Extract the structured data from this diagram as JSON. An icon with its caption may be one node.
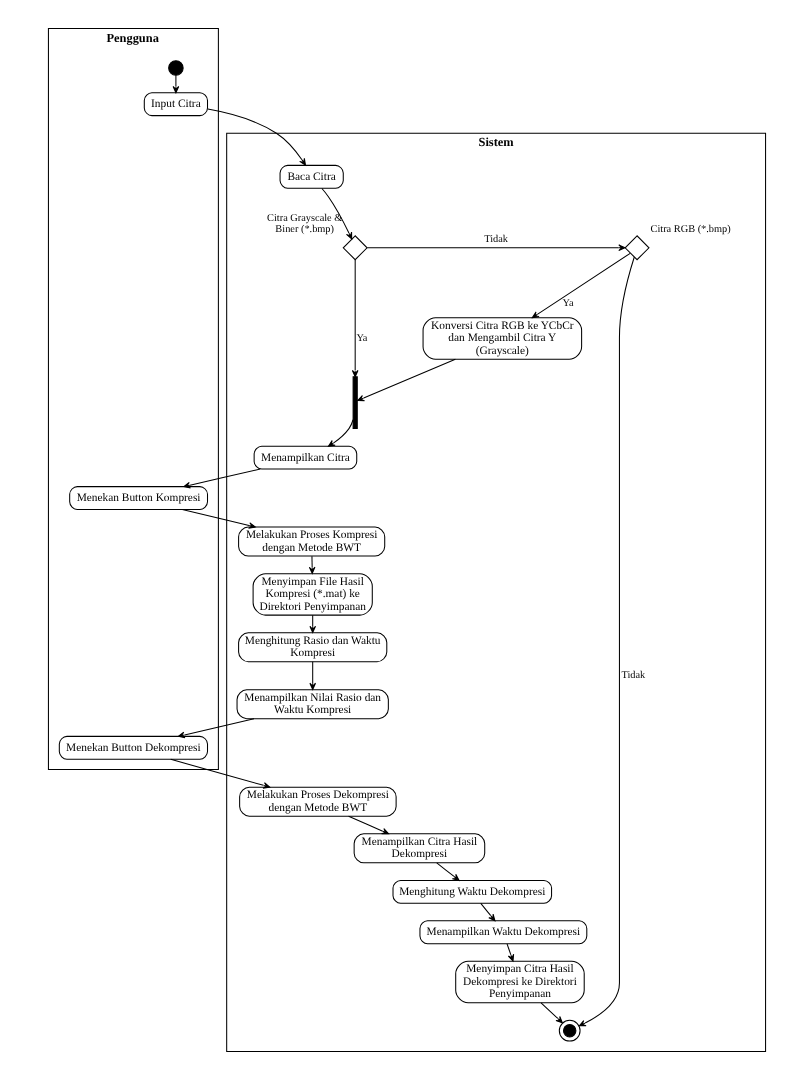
{
  "diagram": {
    "nodes": [
      {
        "text": [
          "Pengguna"
        ]
      },
      {
        "text": [
          "Sistem"
        ]
      },
      {
        "text": [],
        "shape": "circle",
        "in": 0
      },
      {
        "text": [
          "Input Citra"
        ],
        "in": 0
      },
      {
        "text": [
          "Baca Citra"
        ],
        "in": 1
      },
      {
        "text": [],
        "shape": "diamond",
        "in": 1,
        "beside": [
          "Citra Grayscale & Biner (*.bmp)"
        ]
      },
      {
        "text": [],
        "shape": "diamond",
        "in": 1,
        "beside": [
          "Citra RGB (*.bmp)"
        ]
      },
      {
        "text": [],
        "shape": "bar",
        "in": 1
      },
      {
        "text": [
          "Konversi Citra RGB ke YCbCr dan Mengambil Citra Y (Grayscale)"
        ],
        "in": 1
      },
      {
        "text": [
          "Menampilkan Citra"
        ],
        "in": 1
      },
      {
        "text": [
          "Menekan Button Kompresi"
        ],
        "in": 0
      },
      {
        "text": [
          "Melakukan Proses Kompresi dengan Metode BWT"
        ],
        "in": 1
      },
      {
        "text": [
          "Menyimpan File Hasil Kompresi (*.mat) ke Direktori Penyimpanan"
        ],
        "in": 1
      },
      {
        "text": [
          "Menghitung Rasio dan Waktu Kompresi"
        ],
        "in": 1
      },
      {
        "text": [
          "Menampilkan Nilai Rasio dan Waktu Kompresi"
        ],
        "in": 1
      },
      {
        "text": [
          "Menekan Button Dekompresi"
        ],
        "in": 0
      },
      {
        "text": [
          "Melakukan Proses Dekompresi dengan Metode BWT"
        ],
        "in": 1
      },
      {
        "text": [
          "Menampilkan Citra Hasil Dekompresi"
        ],
        "in": 1
      },
      {
        "text": [
          "Menghitung Waktu Dekompresi"
        ],
        "in": 1
      },
      {
        "text": [
          "Menampilkan Waktu Dekompresi"
        ],
        "in": 1
      },
      {
        "text": [
          "Menyimpan Citra Hasil Dekompresi ke Direktori Penyimpanan"
        ],
        "in": 1
      },
      {
        "text": [],
        "shape": "circle",
        "in": 1
      }
    ],
    "edges": [
      {
        "from": 2,
        "to": 3,
        "arrow": "to"
      },
      {
        "from": 3,
        "to": 4,
        "arrow": "to"
      },
      {
        "from": 4,
        "to": 5,
        "arrow": "to"
      },
      {
        "from": 5,
        "to": 7,
        "label": "Ya",
        "arrow": "to"
      },
      {
        "from": 5,
        "to": 6,
        "label": "Tidak",
        "arrow": "to"
      },
      {
        "from": 6,
        "to": 8,
        "label": "Ya",
        "arrow": "to"
      },
      {
        "from": 6,
        "to": 21,
        "label": "Tidak",
        "arrow": "to"
      },
      {
        "from": 8,
        "to": 7,
        "arrow": "to"
      },
      {
        "from": 7,
        "to": 9,
        "arrow": "to"
      },
      {
        "from": 9,
        "to": 10,
        "arrow": "to"
      },
      {
        "from": 10,
        "to": 11,
        "arrow": "to"
      },
      {
        "from": 11,
        "to": 12,
        "arrow": "to"
      },
      {
        "from": 12,
        "to": 13,
        "arrow": "to"
      },
      {
        "from": 13,
        "to": 14,
        "arrow": "to"
      },
      {
        "from": 14,
        "to": 15,
        "arrow": "to"
      },
      {
        "from": 15,
        "to": 16,
        "arrow": "to"
      },
      {
        "from": 16,
        "to": 17,
        "arrow": "to"
      },
      {
        "from": 17,
        "to": 18,
        "arrow": "to"
      },
      {
        "from": 18,
        "to": 19,
        "arrow": "to"
      },
      {
        "from": 19,
        "to": 20,
        "arrow": "to"
      },
      {
        "from": 20,
        "to": 21,
        "arrow": "to"
      }
    ]
  }
}
